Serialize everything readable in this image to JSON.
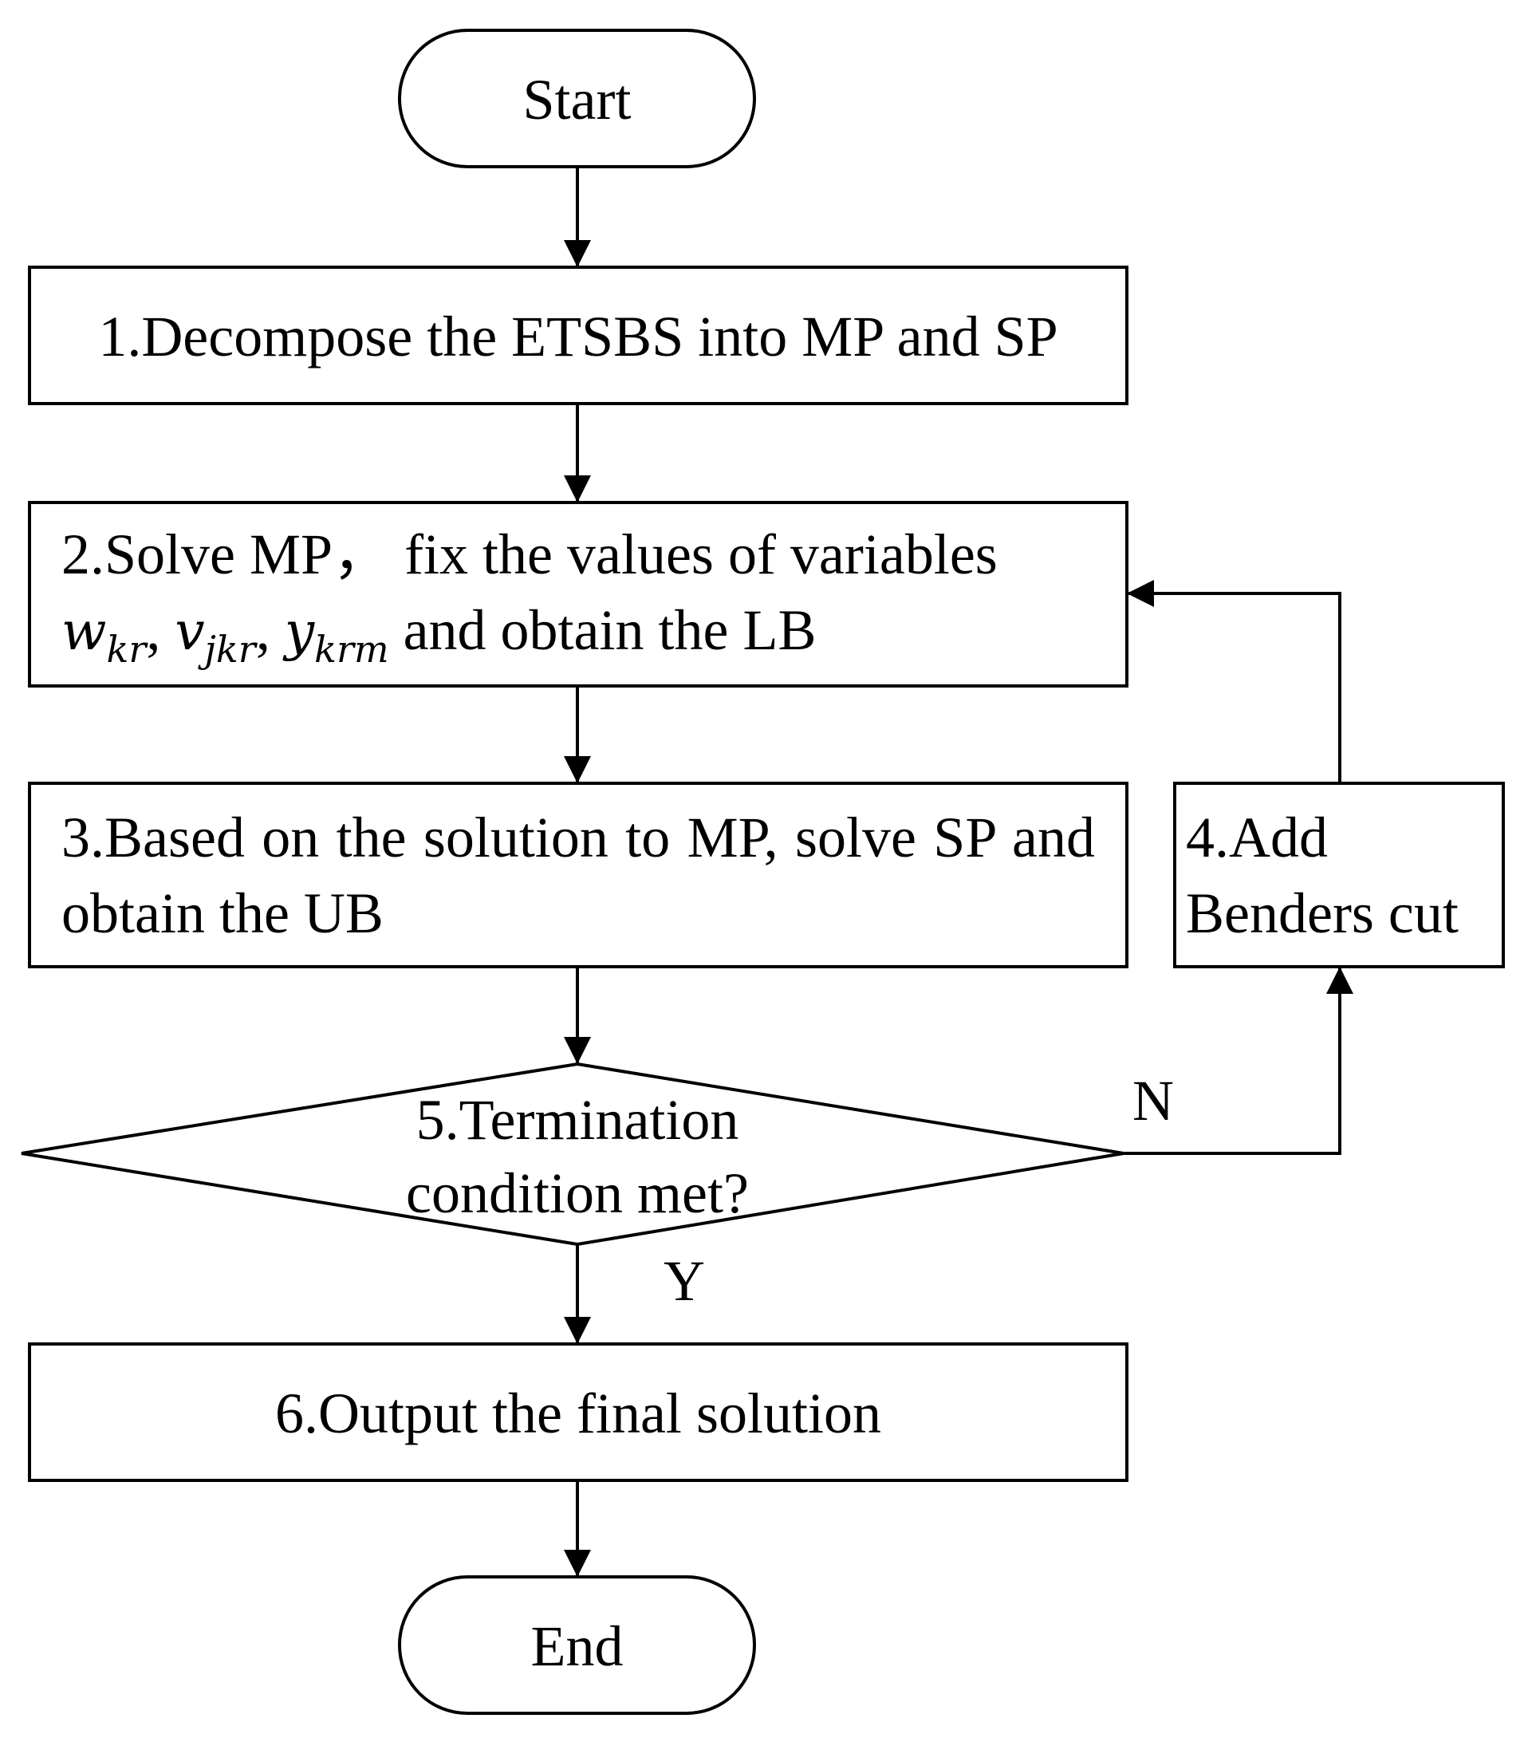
{
  "nodes": {
    "start": {
      "label": "Start"
    },
    "step1": {
      "label": "1.Decompose the ETSBS into MP and SP"
    },
    "step2": {
      "line1": "2.Solve MP， fix the values of variables",
      "var_w": "w",
      "var_w_sub": "kr",
      "var_v": "v",
      "var_v_sub": "jkr",
      "var_y": "y",
      "var_y_sub": "krm",
      "sep": ", ",
      "line2_suffix": " and obtain the LB"
    },
    "step3": {
      "label": "3.Based on the solution to MP, solve SP and obtain the UB"
    },
    "step4": {
      "line1": "4.Add",
      "line2": "Benders cut"
    },
    "step5": {
      "line1": "5.Termination",
      "line2": "condition met?"
    },
    "step6": {
      "label": "6.Output the final solution"
    },
    "end": {
      "label": "End"
    }
  },
  "edges": {
    "no_label": "N",
    "yes_label": "Y"
  },
  "colors": {
    "stroke": "#000000",
    "background": "#ffffff"
  }
}
